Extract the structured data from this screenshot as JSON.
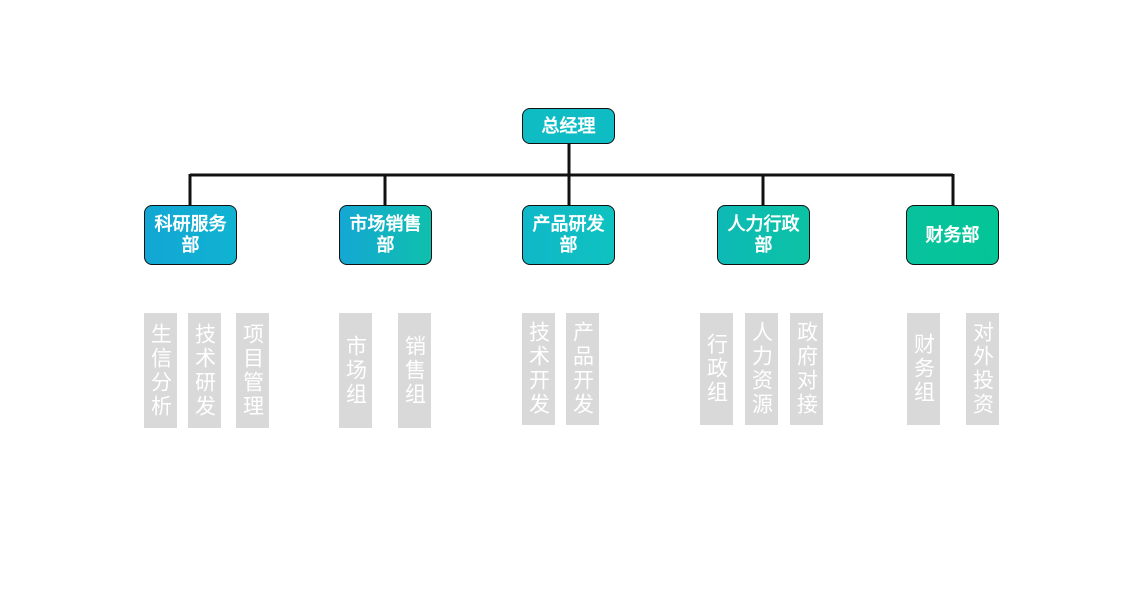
{
  "root": {
    "label": "总经理"
  },
  "departments": [
    {
      "label": "科研服务部",
      "color": "#13a6d4",
      "groups": [
        "生信分析",
        "技术研发",
        "项目管理"
      ]
    },
    {
      "label": "市场销售部",
      "color": "#0fb9c6",
      "groups": [
        "市场组",
        "销售组"
      ]
    },
    {
      "label": "产品研发部",
      "color": "#0fbec4",
      "groups": [
        "技术开发",
        "产品开发"
      ]
    },
    {
      "label": "人力行政部",
      "color": "#0bbfa9",
      "groups": [
        "行政组",
        "人力资源",
        "政府对接"
      ]
    },
    {
      "label": "财务部",
      "color": "#05c39a",
      "groups": [
        "财务组",
        "对外投资"
      ]
    }
  ],
  "colors": {
    "line": "#111111",
    "root": "#0fbcc4",
    "group_bg": "#d9d9d9",
    "group_text": "#ffffff"
  }
}
